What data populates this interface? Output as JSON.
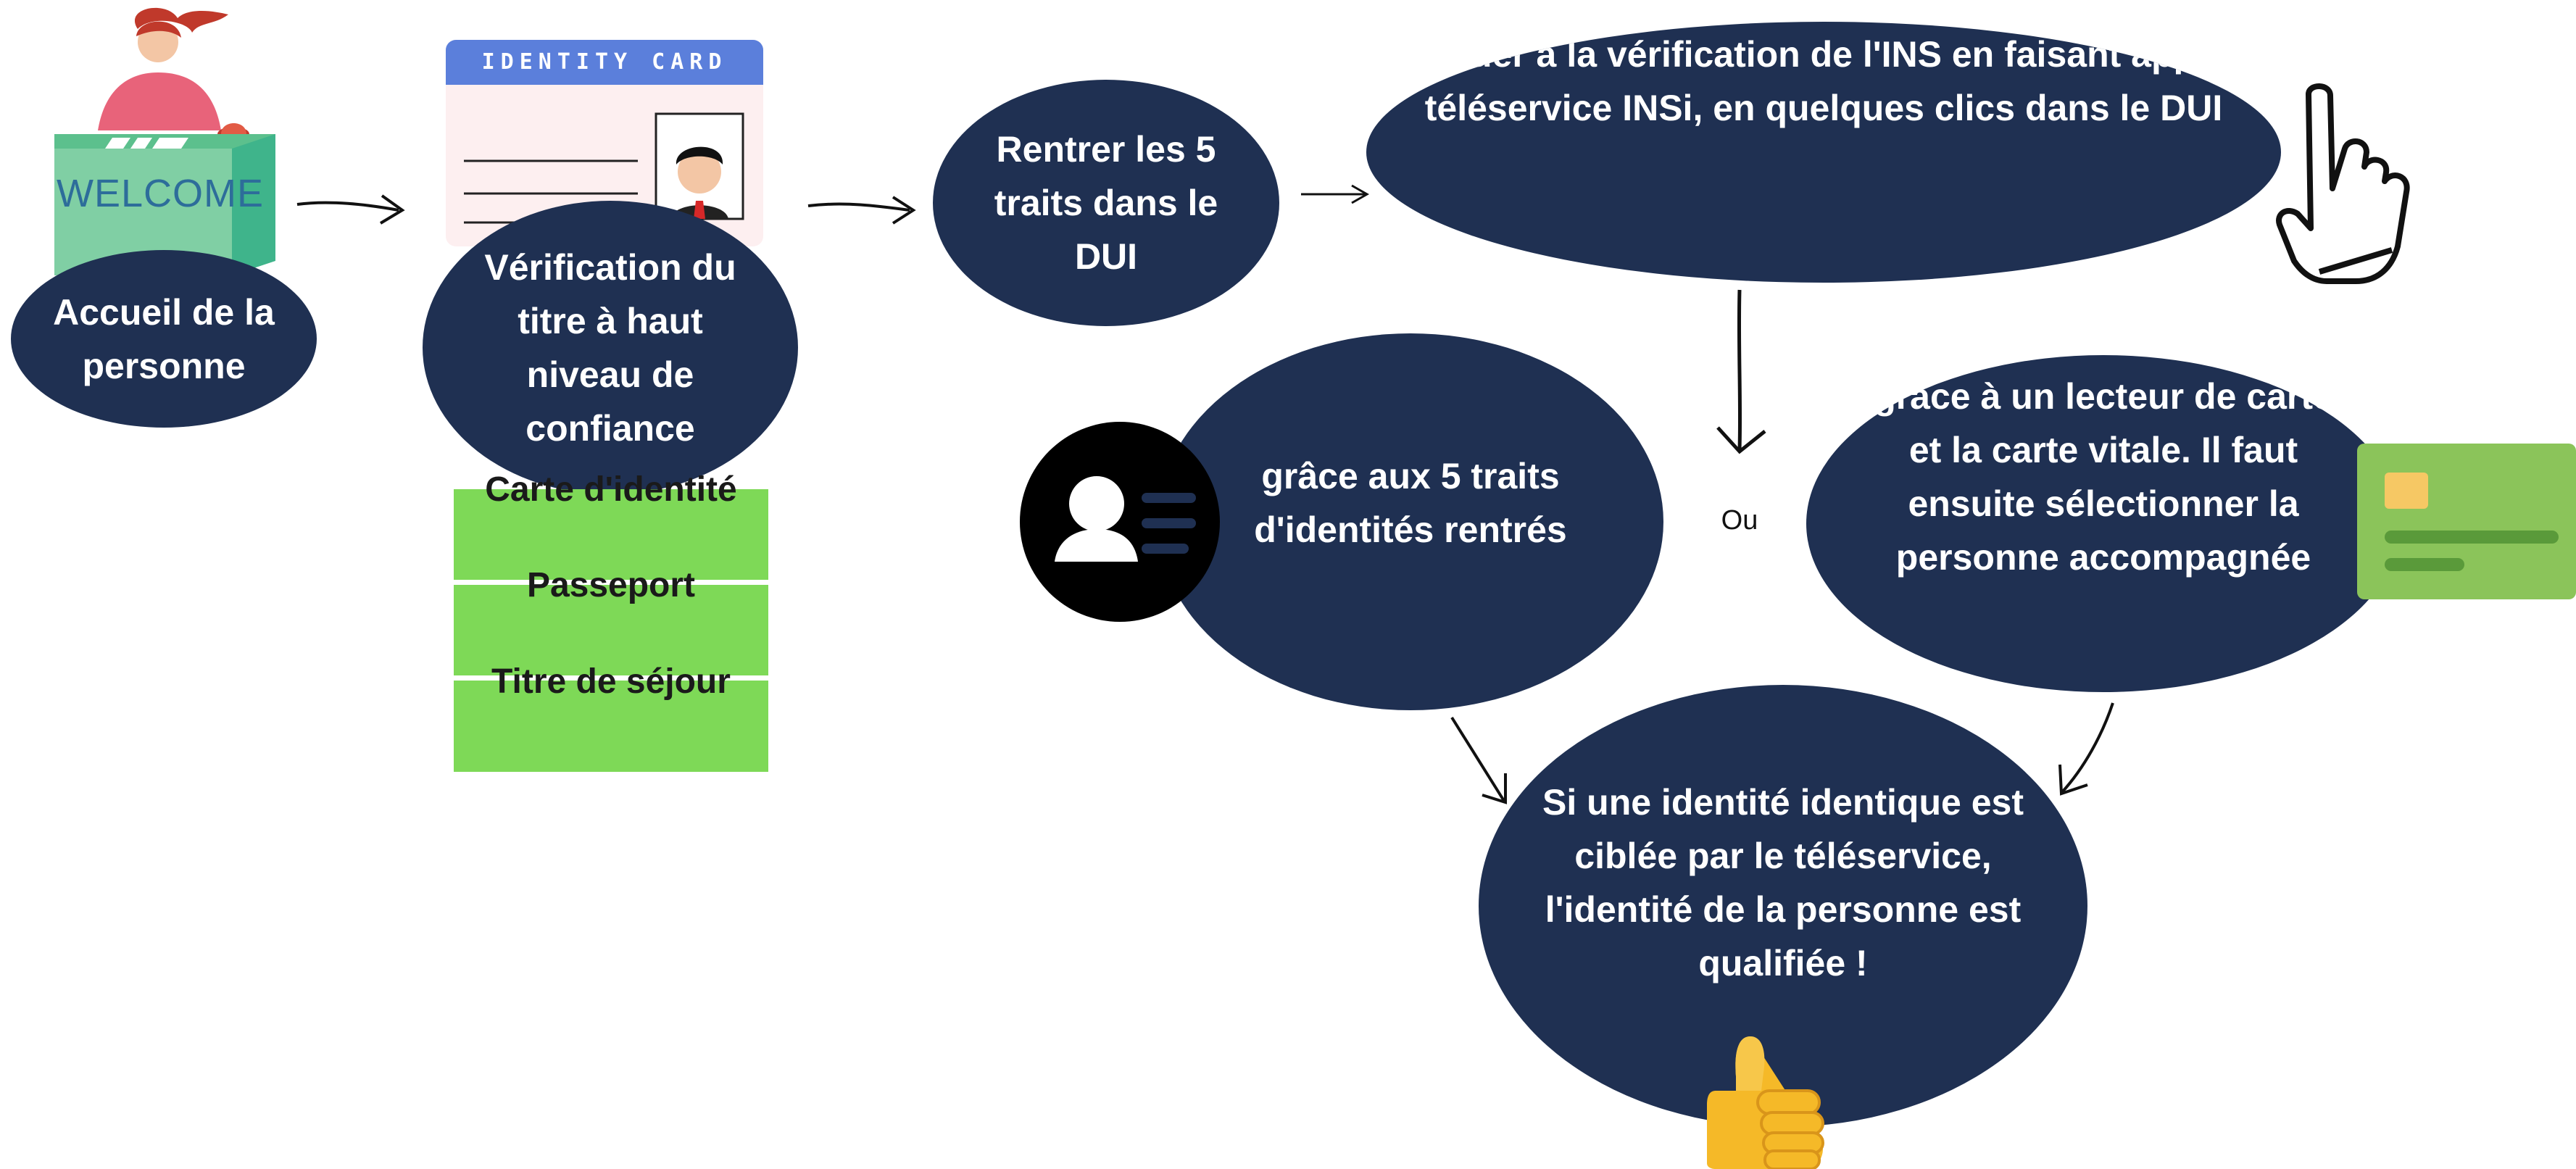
{
  "colors": {
    "oval_fill": "#1f3052",
    "oval_text": "#ffffff",
    "doc_list_fill": "#7ed957",
    "card_green": "#8bc45a",
    "id_card_header": "#5b7fdb",
    "welcome_desk": "#7ccfa0"
  },
  "steps": {
    "accueil": "Accueil de la personne",
    "verification_titre": "Vérification du titre à haut niveau de confiance",
    "rentrer_traits": "Rentrer les 5 traits dans le DUI",
    "proceder": "Procéder à la vérification de l'INS en faisant appel au téléservice INSi, en quelques clics dans le DUI",
    "option_traits": "grâce aux 5 traits d'identités rentrés",
    "option_or": "Ou",
    "option_carte": "grâce à un lecteur de carte et la carte vitale. Il faut ensuite sélectionner la personne accompagnée",
    "resultat": "Si une identité identique est ciblée par le téléservice, l'identité de la personne est qualifiée !"
  },
  "documents": [
    "Carte d'identité",
    "Passeport",
    "Titre de séjour"
  ],
  "illustrations": {
    "welcome_sign": "WELCOME",
    "id_card_title": "IDENTITY CARD",
    "icons": [
      "receptionist-icon",
      "id-card-icon",
      "pointing-hand-icon",
      "contact-card-icon",
      "vitale-card-icon",
      "thumbs-up-icon"
    ]
  }
}
